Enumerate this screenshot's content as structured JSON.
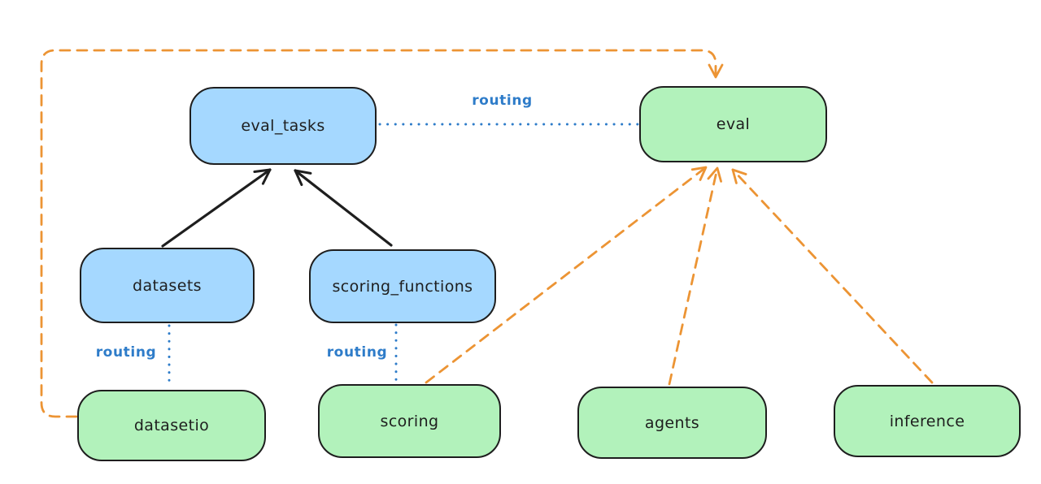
{
  "diagram": {
    "kind": "architecture-flow",
    "nodes": {
      "eval_tasks": {
        "label": "eval_tasks",
        "role": "resource",
        "fill": "#a5d8ff"
      },
      "eval": {
        "label": "eval",
        "role": "api",
        "fill": "#b2f2bb"
      },
      "datasets": {
        "label": "datasets",
        "role": "resource",
        "fill": "#a5d8ff"
      },
      "scoring_functions": {
        "label": "scoring_functions",
        "role": "resource",
        "fill": "#a5d8ff"
      },
      "datasetio": {
        "label": "datasetio",
        "role": "api",
        "fill": "#b2f2bb"
      },
      "scoring": {
        "label": "scoring",
        "role": "api",
        "fill": "#b2f2bb"
      },
      "agents": {
        "label": "agents",
        "role": "api",
        "fill": "#b2f2bb"
      },
      "inference": {
        "label": "inference",
        "role": "api",
        "fill": "#b2f2bb"
      }
    },
    "edges": [
      {
        "from": "datasets",
        "to": "eval_tasks",
        "style": "solid-arrow",
        "color": "#1e1e1e"
      },
      {
        "from": "scoring_functions",
        "to": "eval_tasks",
        "style": "solid-arrow",
        "color": "#1e1e1e"
      },
      {
        "from": "eval_tasks",
        "to": "eval",
        "style": "dotted",
        "color": "#2e7cc9",
        "label": "routing"
      },
      {
        "from": "datasets",
        "to": "datasetio",
        "style": "dotted",
        "color": "#2e7cc9",
        "label": "routing"
      },
      {
        "from": "scoring_functions",
        "to": "scoring",
        "style": "dotted",
        "color": "#2e7cc9",
        "label": "routing"
      },
      {
        "from": "datasetio",
        "to": "eval",
        "style": "dashed-arrow",
        "color": "#ec9434"
      },
      {
        "from": "scoring",
        "to": "eval",
        "style": "dashed-arrow",
        "color": "#ec9434"
      },
      {
        "from": "agents",
        "to": "eval",
        "style": "dashed-arrow",
        "color": "#ec9434"
      },
      {
        "from": "inference",
        "to": "eval",
        "style": "dashed-arrow",
        "color": "#ec9434"
      }
    ],
    "edge_labels": [
      {
        "text": "routing",
        "between": "eval_tasks-eval"
      },
      {
        "text": "routing",
        "between": "datasets-datasetio"
      },
      {
        "text": "routing",
        "between": "scoring_functions-scoring"
      }
    ],
    "colors": {
      "background": "#ffffff",
      "resource_node_fill": "#a5d8ff",
      "api_node_fill": "#b2f2bb",
      "node_border": "#1e1e1e",
      "dependency_arrow": "#1e1e1e",
      "routing_line": "#2e7cc9",
      "provider_arrow": "#ec9434"
    }
  }
}
